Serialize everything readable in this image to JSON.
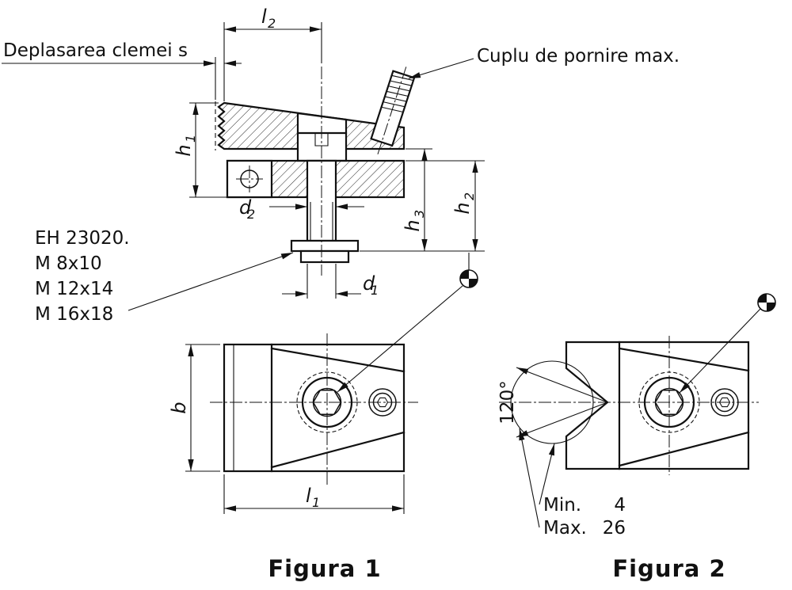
{
  "annotations": {
    "clamp_travel": "Deplasarea clemei s",
    "max_torque": "Cuplu de pornire max.",
    "part_block": [
      "EH 23020.",
      "M 8x10",
      "M 12x14",
      "M 16x18"
    ],
    "min_label": "Min.",
    "min_value": "4",
    "max_label": "Max.",
    "max_value": "26",
    "vee_angle": "120°"
  },
  "dimensions": {
    "l2": {
      "letter": "l",
      "sub": "2"
    },
    "h1": {
      "letter": "h",
      "sub": "1"
    },
    "d2": {
      "letter": "d",
      "sub": "2"
    },
    "h3": {
      "letter": "h",
      "sub": "3"
    },
    "h2": {
      "letter": "h",
      "sub": "2"
    },
    "d1": {
      "letter": "d",
      "sub": "1"
    },
    "b": {
      "letter": "b",
      "sub": ""
    },
    "l1": {
      "letter": "l",
      "sub": "1"
    }
  },
  "captions": {
    "figure1": "Figura 1",
    "figure2": "Figura 2"
  },
  "symbols": {
    "datum_target": "position-target-symbol"
  },
  "colors": {
    "line": "#111111",
    "background": "#ffffff"
  }
}
